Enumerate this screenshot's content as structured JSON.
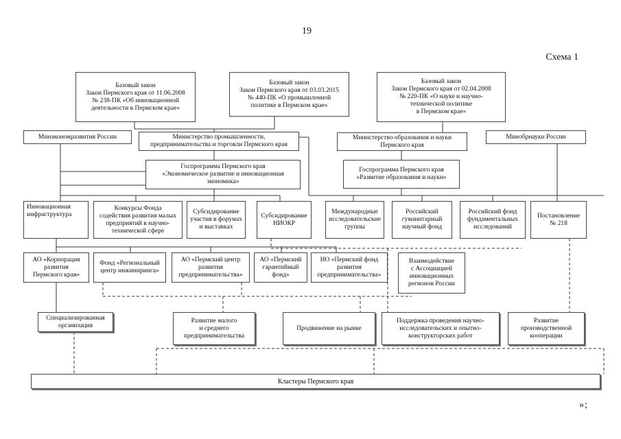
{
  "page_number": "19",
  "schema_label": "Схема 1",
  "closing_mark": "»;",
  "boxes": {
    "law1": "Базовый закон\nЗакон Пермского края от 11.06.2008\n№ 238-ПК «Об инновационной\nдеятельности в Пермском крае»",
    "law2": "Базовый закон\nЗакон Пермского края от 03.03.2015\n№ 440-ПК «О промышленной\nполитике в Пермском крае»",
    "law3": "Базовый закон\nЗакон Пермского края от 02.04.2008\n№ 220-ПК «О науке и научно-\nтехнической политике\nв Пермском крае»",
    "minecon": "Минэкономразвития России",
    "minprom": "Министерство промышленности,\nпредпринимательства и торговли Пермского края",
    "minobr": "Министерство образования и науки\nПермского края",
    "minobrnauki": "Минобрнауки России",
    "gp1": "Госпрограмма Пермского края\n«Экономическое развитие и инновационная\nэкономика»",
    "gp2": "Госпрограмма Пермского края\n«Развитие образования и науки»",
    "innov": "Инновационная\nинфраструктура",
    "konkurs": "Конкурсы Фонда\nсодействия развития малых\nпредприятий в научно-\nтехнической сфере",
    "subs_forum": "Субсидирование\nучастия в форумах\nи выставках",
    "subs_niokr": "Субсидирование\nНИОКР",
    "intl": "Международные\nисследовательские\nгруппы",
    "rgnf": "Российский\nгуманитарный\nнаучный фонд",
    "rffi": "Российский фонд\nфундаментальных\nисследований",
    "post": "Постановление\n№ 218",
    "korp": "АО «Корпорация\nразвития\nПермского края»",
    "fond_ing": "Фонд «Региональный\nцентр инжиниринга»",
    "ao_center": "АО «Пермский центр\nразвития\nпредпринимательства»",
    "ao_guar": "АО «Пермский\nгарантийный\nфонд»",
    "no_fond": "НО «Пермский фонд\nразвития\nпредпринимательства»",
    "assoc": "Взаимодействие\nс Ассоциацией\nинновационных\nрегионов России",
    "spec": "Специализированная\nорганизация",
    "msp": "Развитие малого\nи среднего\nпредпринимательства",
    "market": "Продвижение на рынке",
    "niokr_support": "Поддержка проведения научно-\nисследовательских и опытно-\nконструкторских работ",
    "coop": "Развитие\nпроизводственной\nкооперации",
    "clusters": "Кластеры Пермского края"
  }
}
